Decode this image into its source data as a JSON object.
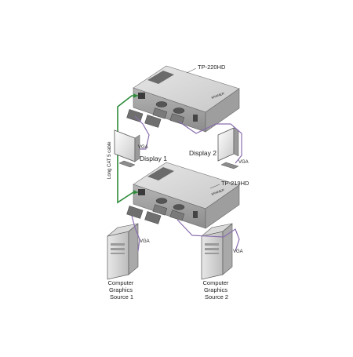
{
  "devices": {
    "transmitter": {
      "model": "TP-220HD"
    },
    "receiver": {
      "model": "TP-219HD"
    }
  },
  "labels": {
    "display_1": "Display 1",
    "display_2": "Display 2",
    "cable": "Long CAT 5 cable",
    "vga": "VGA",
    "source_1": [
      "Computer",
      "Graphics",
      "Source 1"
    ],
    "source_2": [
      "Computer",
      "Graphics",
      "Source 2"
    ]
  },
  "colors": {
    "cable_green": "#2e8b3a",
    "vga_cable": "#8a6fae",
    "device_fill": "#d4d4d4",
    "device_dark": "#7d7d7d"
  }
}
